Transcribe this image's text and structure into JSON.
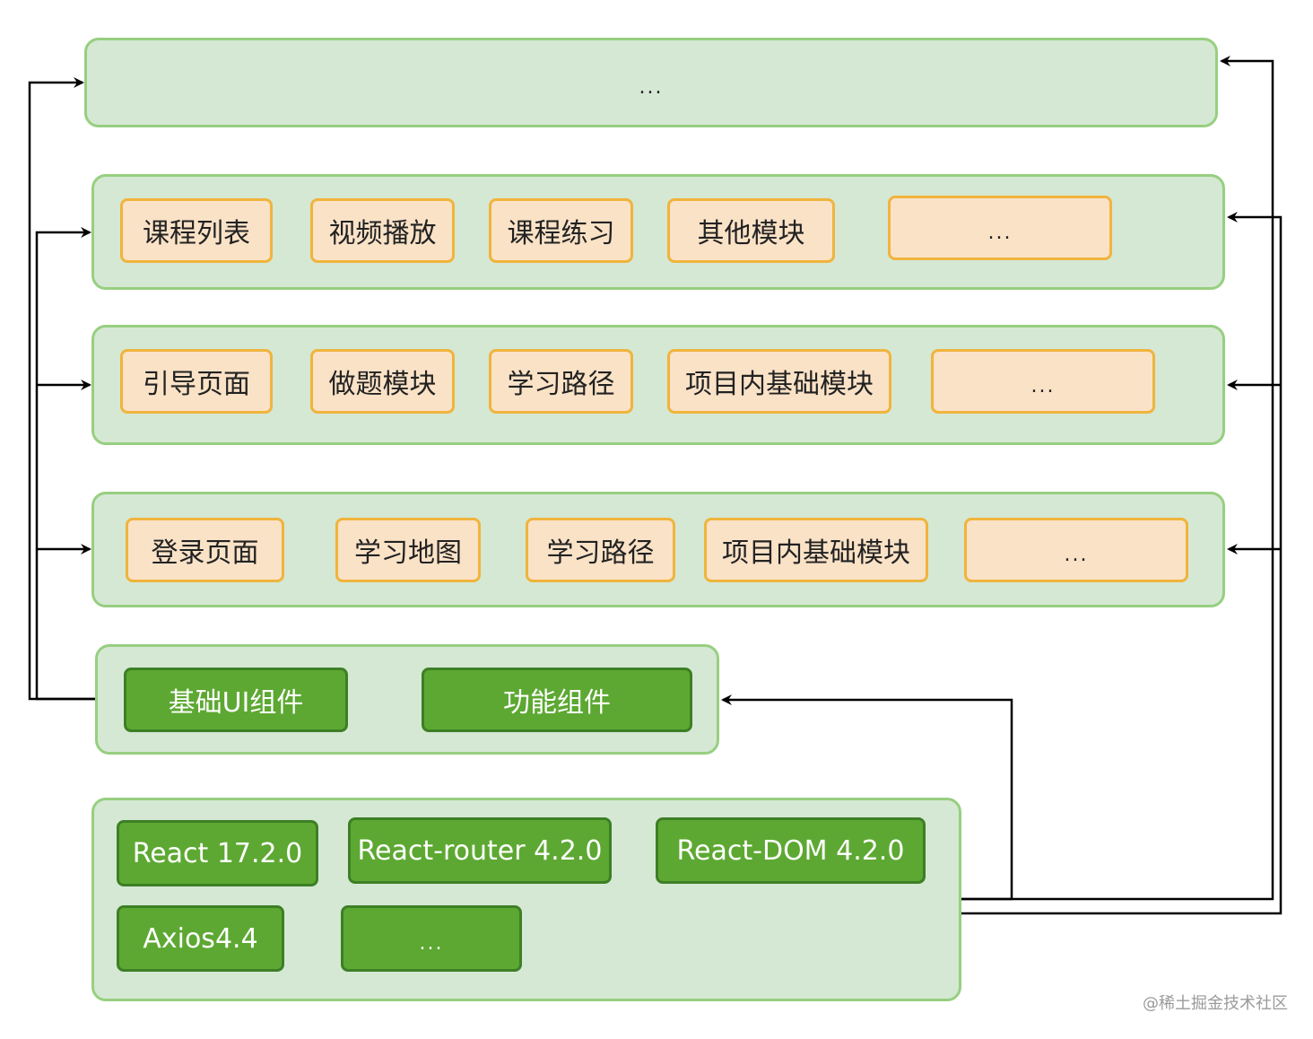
{
  "layers": {
    "top": {
      "label": "..."
    },
    "row1": {
      "items": [
        "课程列表",
        "视频播放",
        "课程练习",
        "其他模块",
        "..."
      ]
    },
    "row2": {
      "items": [
        "引导页面",
        "做题模块",
        "学习路径",
        "项目内基础模块",
        "..."
      ]
    },
    "row3": {
      "items": [
        "登录页面",
        "学习地图",
        "学习路径",
        "项目内基础模块",
        "..."
      ]
    },
    "components": {
      "items": [
        "基础UI组件",
        "功能组件"
      ]
    },
    "base": {
      "items": [
        "React 17.2.0",
        "React-router 4.2.0",
        "React-DOM 4.2.0",
        "Axios4.4",
        "..."
      ]
    }
  },
  "colors": {
    "layer_fill": "#d5e8d4",
    "layer_border": "#97cf80",
    "module_fill": "#fae2c7",
    "module_border": "#f0b43c",
    "component_fill": "#5da832",
    "component_border": "#3d7f26"
  },
  "watermark": "@稀土掘金技术社区"
}
